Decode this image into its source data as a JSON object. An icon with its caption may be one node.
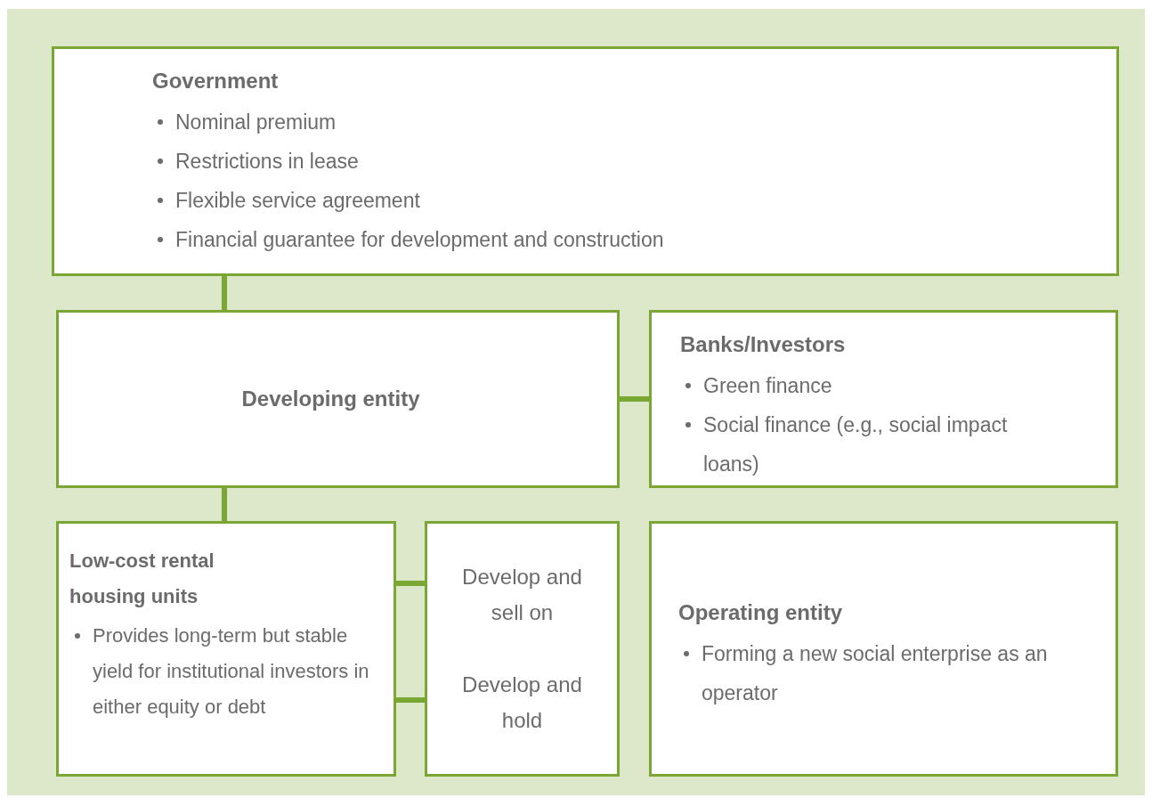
{
  "diagram": {
    "nodes": [
      {
        "text": [
          "Government",
          "Nominal premium",
          "Restrictions in lease",
          "Flexible service agreement",
          "Financial guarantee for development and construction"
        ]
      },
      {
        "text": [
          "Developing entity"
        ]
      },
      {
        "text": [
          "Banks/Investors",
          "Green finance",
          "Social finance (e.g., social impact loans)"
        ]
      },
      {
        "text": [
          "Low-cost rental housing units",
          "Provides long-term but stable yield for institutional investors in either equity or debt"
        ]
      },
      {
        "text": [
          "Develop and sell on",
          "Develop and hold"
        ]
      },
      {
        "text": [
          "Operating entity",
          "Forming a new social enterprise as an operator"
        ]
      }
    ],
    "edges": [
      {
        "from": 0,
        "to": 1,
        "arrow": "none"
      },
      {
        "from": 1,
        "to": 2,
        "arrow": "none"
      },
      {
        "from": 1,
        "to": 3,
        "arrow": "none"
      },
      {
        "from": 3,
        "to": 4,
        "arrow": "none"
      },
      {
        "from": 3,
        "to": 4,
        "arrow": "none"
      }
    ]
  }
}
